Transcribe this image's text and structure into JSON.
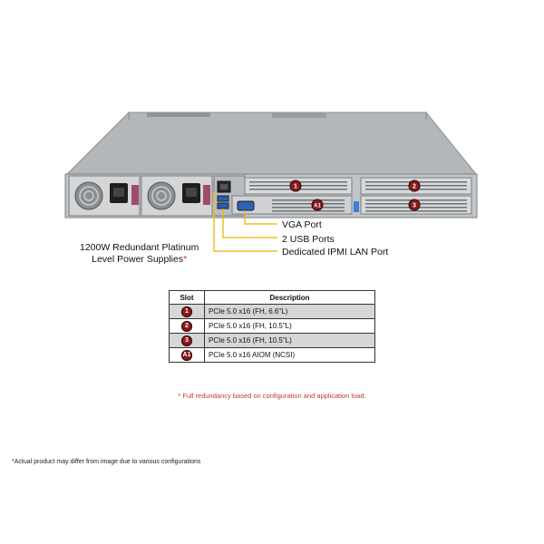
{
  "callouts": {
    "psu_line1": "1200W Redundant Platinum",
    "psu_line2": "Level Power Supplies",
    "psu_mark": "*",
    "vga": "VGA Port",
    "usb": "2 USB Ports",
    "ipmi": "Dedicated IPMI  LAN Port"
  },
  "slot_badges_on_chassis": [
    "1",
    "2",
    "3",
    "A1"
  ],
  "table": {
    "headers": {
      "slot": "Slot",
      "description": "Description"
    },
    "rows": [
      {
        "slot": "1",
        "description": "PCIe 5.0 x16 (FH, 6.6\"L)"
      },
      {
        "slot": "2",
        "description": "PCIe 5.0 x16 (FH, 10.5\"L)"
      },
      {
        "slot": "3",
        "description": "PCIe 5.0 x16 (FH, 10.5\"L)"
      },
      {
        "slot": "A1",
        "description": "PCIe 5.0 x16 AIOM (NCSI)"
      }
    ]
  },
  "notes": {
    "redundancy": "*  Full redundancy based on configuration  and  application load.",
    "disclaimer": "*Actual product may differ from image due to various configurations"
  },
  "colors": {
    "badge": "#8b1a1a",
    "callout_line": "#e8b800",
    "note_red": "#c0392b",
    "chassis": "#a9acaf"
  }
}
